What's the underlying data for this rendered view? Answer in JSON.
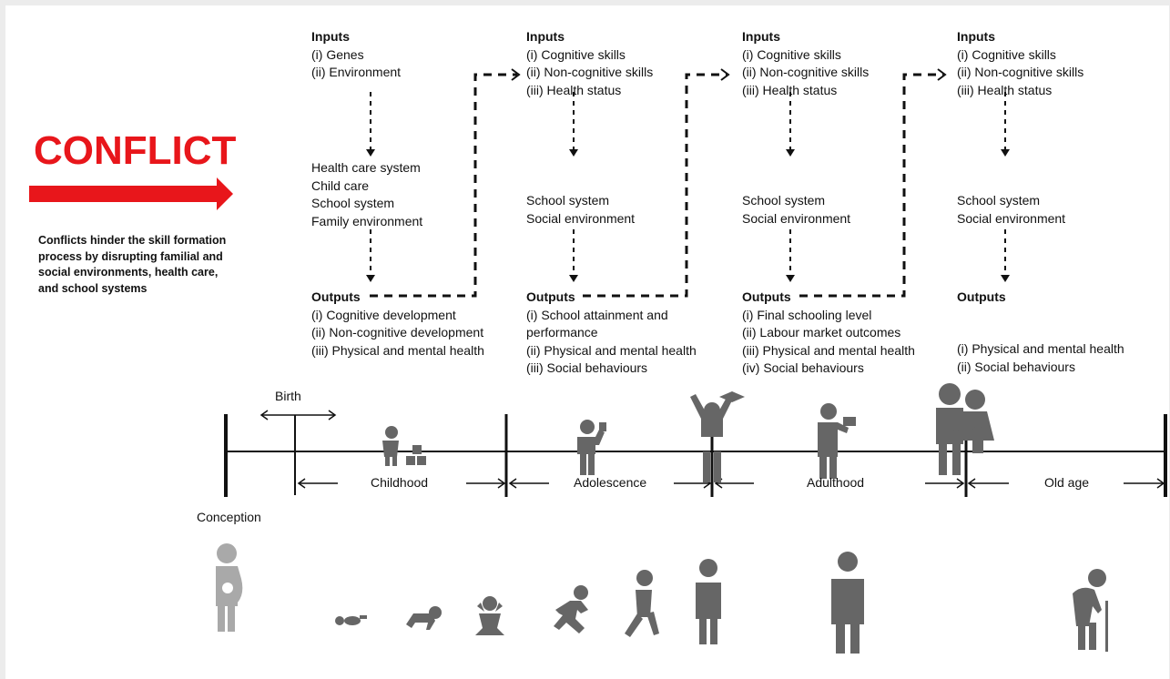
{
  "conflict": {
    "title": "CONFLICT",
    "description": "Conflicts hinder the skill formation process by disrupting familial  and social environments, health care, and school systems",
    "arrow_color": "#e8161b"
  },
  "columns": [
    {
      "inputs_title": "Inputs",
      "inputs": [
        "(i) Genes",
        "(ii) Environment"
      ],
      "systems": [
        "Health care system",
        "Child care",
        "School system",
        "Family environment"
      ],
      "outputs_title": "Outputs",
      "outputs": [
        "(i) Cognitive development",
        "(ii) Non-cognitive development",
        "(iii) Physical and mental health"
      ]
    },
    {
      "inputs_title": "Inputs",
      "inputs": [
        "(i) Cognitive skills",
        "(ii) Non-cognitive skills",
        "(iii) Health status"
      ],
      "systems": [
        "School system",
        "Social environment"
      ],
      "outputs_title": "Outputs",
      "outputs": [
        "(i) School attainment and",
        "performance",
        "(ii) Physical and mental health",
        "(iii) Social behaviours"
      ]
    },
    {
      "inputs_title": "Inputs",
      "inputs": [
        "(i) Cognitive skills",
        "(ii) Non-cognitive skills",
        "(iii) Health status"
      ],
      "systems": [
        "School system",
        "Social environment"
      ],
      "outputs_title": "Outputs",
      "outputs": [
        "(i) Final schooling level",
        "(ii) Labour market outcomes",
        "(iii) Physical and mental health",
        "(iv) Social behaviours"
      ]
    },
    {
      "inputs_title": "Inputs",
      "inputs": [
        "(i) Cognitive skills",
        "(ii) Non-cognitive skills",
        "(iii) Health status"
      ],
      "systems": [
        "School system",
        "Social environment"
      ],
      "outputs_title": "Outputs",
      "outputs": [
        "(i) Physical and mental health",
        "(ii) Social behaviours"
      ]
    }
  ],
  "timeline": {
    "birth": "Birth",
    "conception": "Conception",
    "stages": [
      "Childhood",
      "Adolescence",
      "Adulthood",
      "Old age"
    ]
  },
  "icons": {
    "stage_icons": [
      "toddler-with-blocks-icon",
      "teen-reading-icon",
      "graduate-icon",
      "adult-with-laptop-icon",
      "family-icon"
    ],
    "life_icons": [
      "pregnancy-icon",
      "newborn-icon",
      "crawling-baby-icon",
      "sitting-baby-icon",
      "running-child-icon",
      "walking-child-icon",
      "teenager-icon",
      "adult-man-icon",
      "elderly-with-cane-icon"
    ],
    "color": "#666666",
    "light_color": "#a9a9a9"
  }
}
